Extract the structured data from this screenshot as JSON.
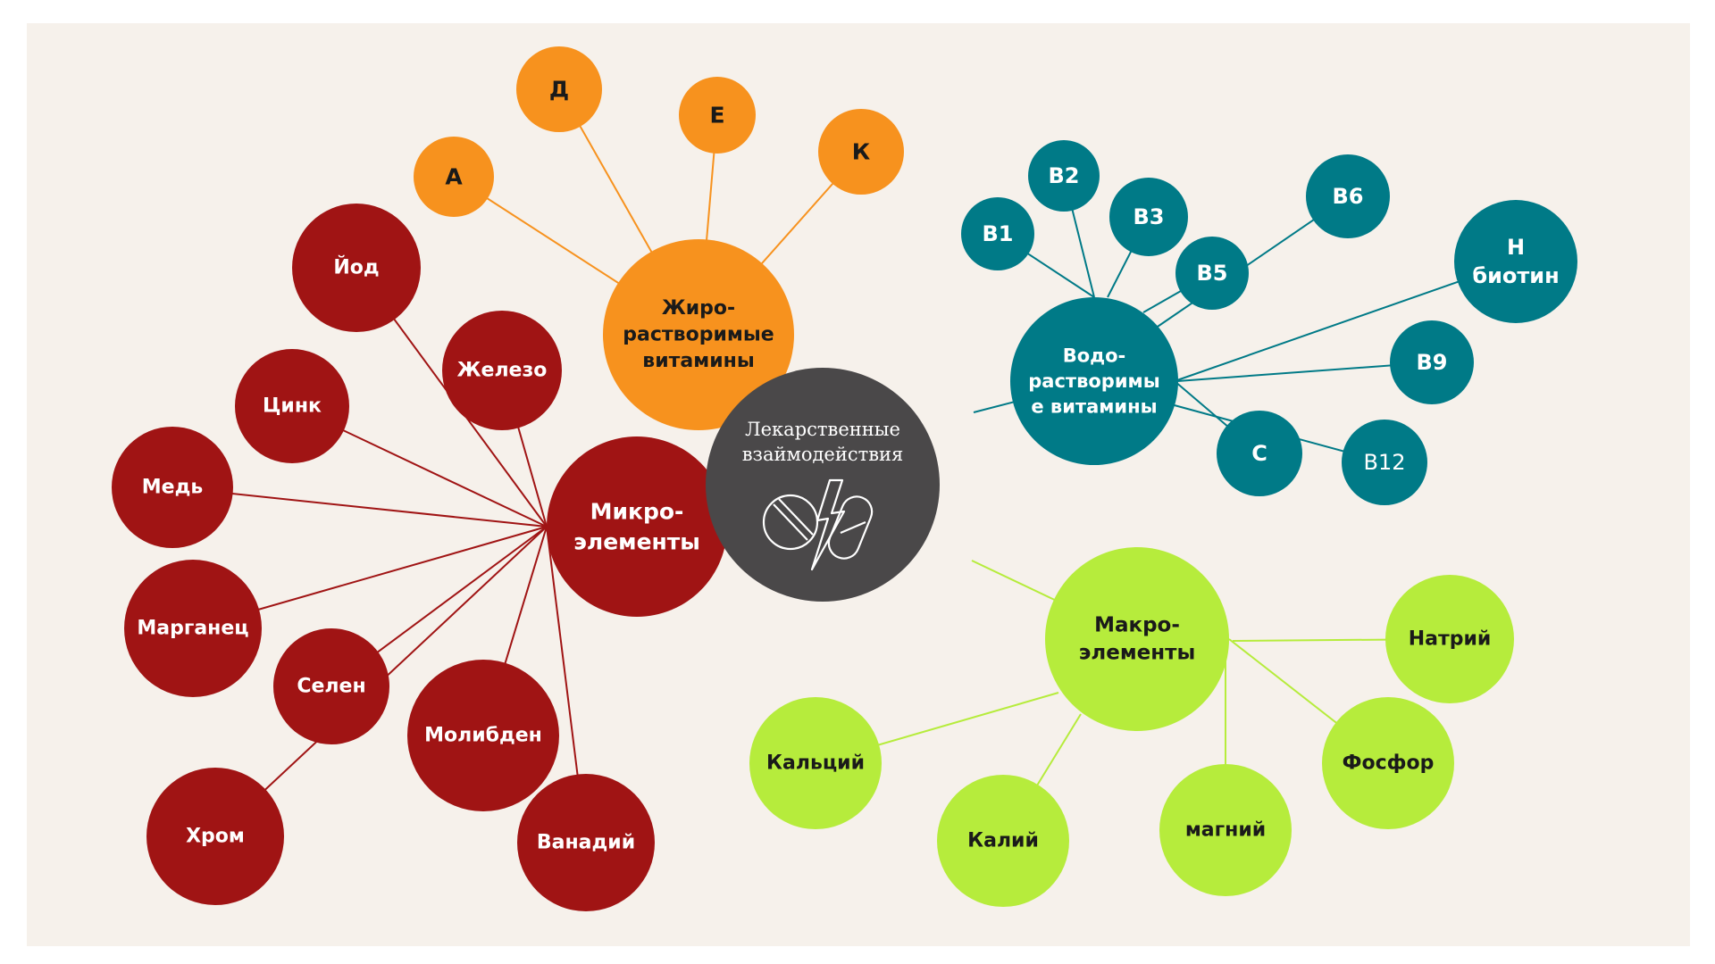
{
  "center": {
    "label_lines": [
      "Лекарственные",
      "взаймодействия"
    ],
    "icon": "pill-lightning-icon",
    "color": "#4a4849"
  },
  "colors": {
    "background": "#f6f1eb",
    "fat_soluble": "#f7921e",
    "water_soluble": "#007a87",
    "micro": "#a01414",
    "macro": "#b6ec3c",
    "text_dark": "#1a1a1a",
    "text_light": "#ffffff"
  },
  "groups": [
    {
      "id": "fat",
      "label_lines": [
        "Жиро-",
        "растворимые",
        "витамины"
      ],
      "items": [
        "А",
        "Д",
        "Е",
        "К"
      ]
    },
    {
      "id": "water",
      "label_lines": [
        "Водо-",
        "растворимы",
        "е витамины"
      ],
      "items": [
        "В1",
        "В2",
        "В3",
        "В5",
        "В6",
        [
          "Н",
          "биотин"
        ],
        "В9",
        "С",
        "B12"
      ]
    },
    {
      "id": "micro",
      "label_lines": [
        "Микро-",
        "элементы"
      ],
      "items": [
        "Йод",
        "Железо",
        "Цинк",
        "Медь",
        "Марганец",
        "Селен",
        "Молибден",
        "Хром",
        "Ванадий"
      ]
    },
    {
      "id": "macro",
      "label_lines": [
        "Макро-",
        "элементы"
      ],
      "items": [
        "Натрий",
        "Фосфор",
        "магний",
        "Калий",
        "Кальций"
      ]
    }
  ]
}
